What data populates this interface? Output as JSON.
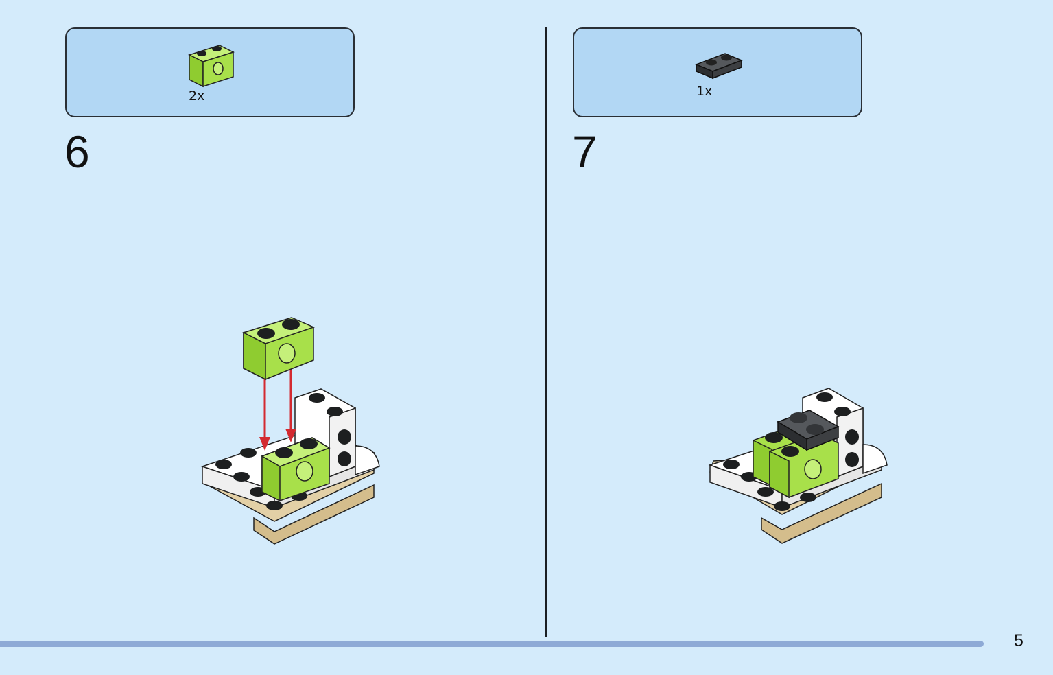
{
  "steps": [
    {
      "number": "6",
      "part_quantity": "2x",
      "part_name": "lime-technic-brick-1x2",
      "part_color": "#a8e04a"
    },
    {
      "number": "7",
      "part_quantity": "1x",
      "part_name": "dark-gray-plate-1x2",
      "part_color": "#3d3f42"
    }
  ],
  "page_number": "5",
  "colors": {
    "background": "#d4ebfb",
    "parts_box": "#b2d7f4",
    "lime": "#a8e04a",
    "white_brick": "#ffffff",
    "tan": "#e3d0a6",
    "dark_gray": "#3d3f42",
    "arrow": "#d32a30",
    "footer_bar": "#8eaad6"
  }
}
